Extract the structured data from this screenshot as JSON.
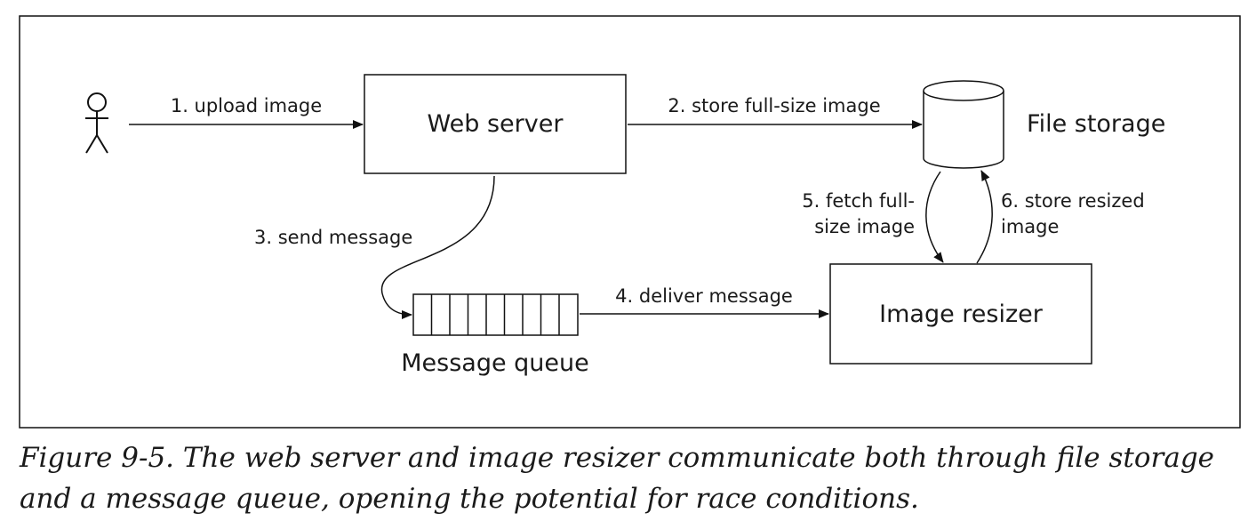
{
  "nodes": {
    "user": "",
    "web_server": "Web server",
    "file_storage": "File storage",
    "message_queue": "Message queue",
    "image_resizer": "Image resizer"
  },
  "edges": {
    "upload": "1. upload image",
    "store_full": "2. store full-size image",
    "send_message": "3. send message",
    "deliver_message": "4. deliver message",
    "fetch_line1": "5. fetch full-",
    "fetch_line2": "size image",
    "store_resized_line1": "6. store resized",
    "store_resized_line2": "image"
  },
  "caption": {
    "line1": "Figure 9-5. The web server and image resizer communicate both through file storage",
    "line2": "and a message queue, opening the potential for race conditions."
  }
}
